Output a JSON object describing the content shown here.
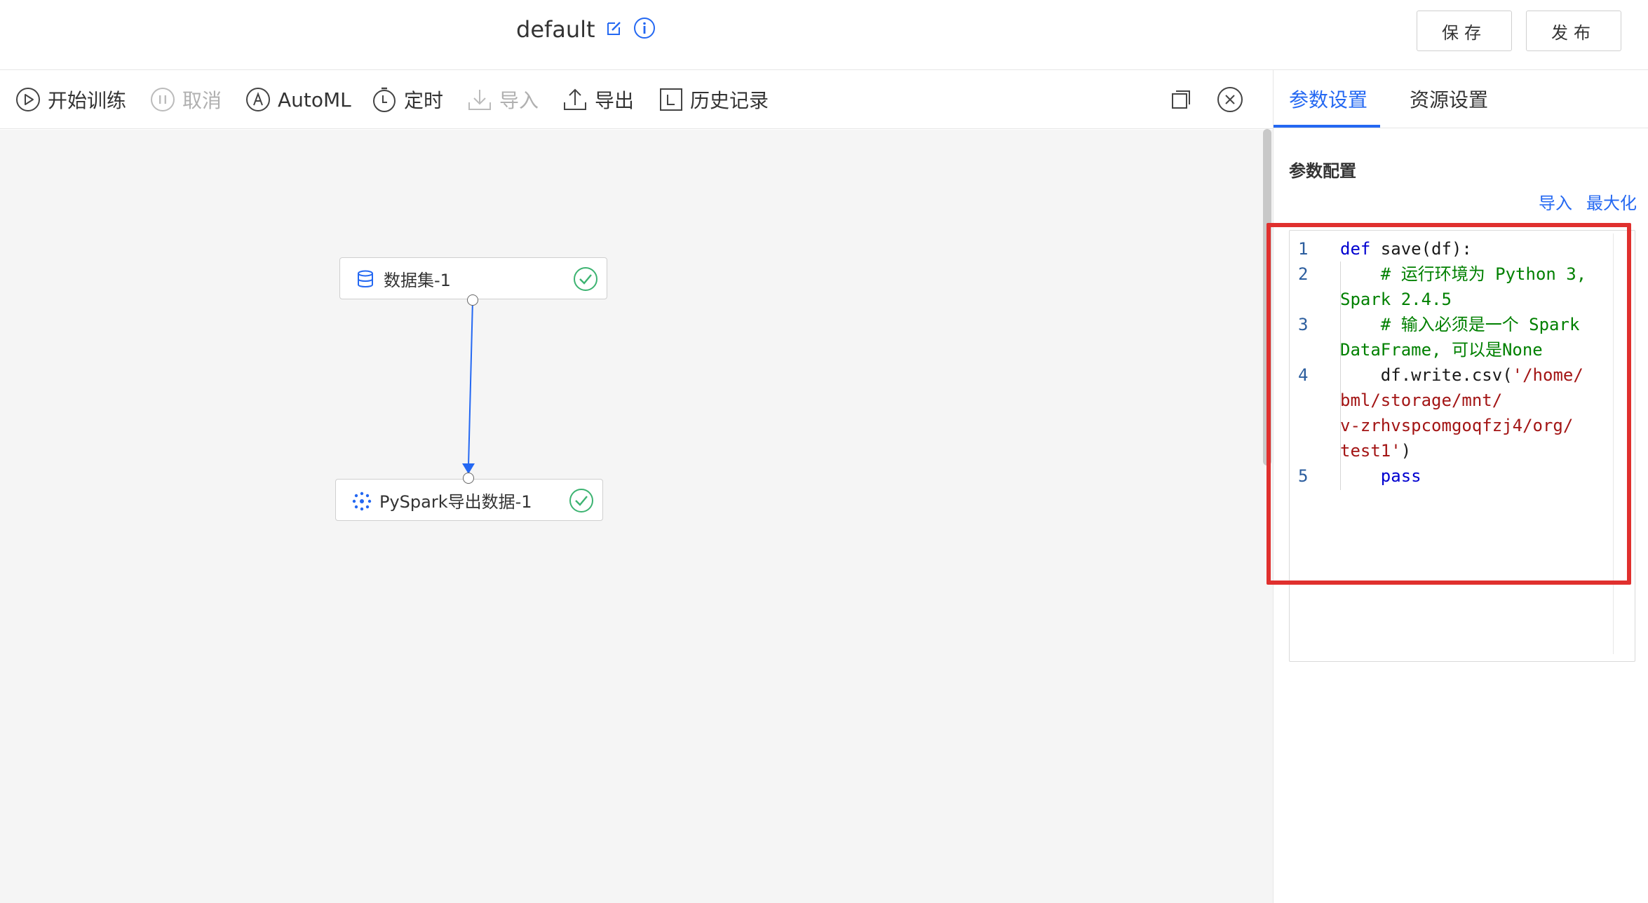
{
  "header": {
    "title": "default",
    "save_label": "保存",
    "publish_label": "发布"
  },
  "toolbar": {
    "start_training": "开始训练",
    "cancel": "取消",
    "automl": "AutoML",
    "schedule": "定时",
    "import": "导入",
    "export": "导出",
    "history": "历史记录"
  },
  "canvas": {
    "nodes": [
      {
        "label": "数据集-1",
        "status": "success",
        "icon": "database-icon"
      },
      {
        "label": "PySpark导出数据-1",
        "status": "success",
        "icon": "pyspark-icon"
      }
    ]
  },
  "panel": {
    "tabs": [
      {
        "label": "参数设置",
        "active": true
      },
      {
        "label": "资源设置",
        "active": false
      }
    ],
    "section_title": "参数配置",
    "import_link": "导入",
    "maximize_link": "最大化",
    "code": {
      "line_numbers": [
        "1",
        "2",
        "3",
        "4",
        "5"
      ],
      "l1_kw": "def",
      "l1_rest": " save(df):",
      "l2a": "    # 运行环境为 Python 3,",
      "l2b": "Spark 2.4.5",
      "l3a": "    # 输入必须是一个 Spark",
      "l3b": "DataFrame, 可以是None",
      "l4_pre": "    df.write.csv(",
      "l4_str_a": "'/home/",
      "l4_str_b": "bml/storage/mnt/",
      "l4_str_c": "v-zrhvspcomgoqfzj4/org/",
      "l4_str_d": "test1'",
      "l4_post": ")",
      "l5": "    pass"
    }
  },
  "colors": {
    "accent": "#2468f2",
    "success": "#3cb371",
    "highlight": "#e0302e"
  }
}
